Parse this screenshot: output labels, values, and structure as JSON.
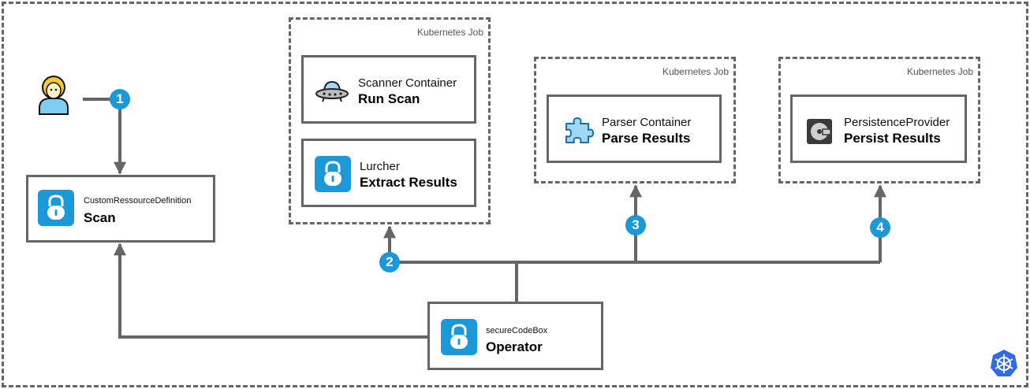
{
  "jobs": {
    "scanner_job": {
      "label": "Kubernetes Job"
    },
    "parser_job": {
      "label": "Kubernetes Job"
    },
    "persistence_job": {
      "label": "Kubernetes Job"
    }
  },
  "nodes": {
    "crd": {
      "subtitle": "CustomRessourceDefinition",
      "title": "Scan"
    },
    "scanner": {
      "subtitle": "Scanner Container",
      "title": "Run Scan"
    },
    "lurcher": {
      "subtitle": "Lurcher",
      "title": "Extract Results"
    },
    "parser": {
      "subtitle": "Parser Container",
      "title": "Parse Results"
    },
    "persistence": {
      "subtitle": "PersistenceProvider",
      "title": "Persist Results"
    },
    "operator": {
      "subtitle": "secureCodeBox",
      "title": "Operator"
    }
  },
  "steps": [
    "1",
    "2",
    "3",
    "4"
  ],
  "colors": {
    "accent": "#1b98d8",
    "stroke": "#666666"
  },
  "icons": [
    "user-icon",
    "lock-icon",
    "ufo-icon",
    "puzzle-icon",
    "disk-icon",
    "kubernetes-helm-icon"
  ]
}
